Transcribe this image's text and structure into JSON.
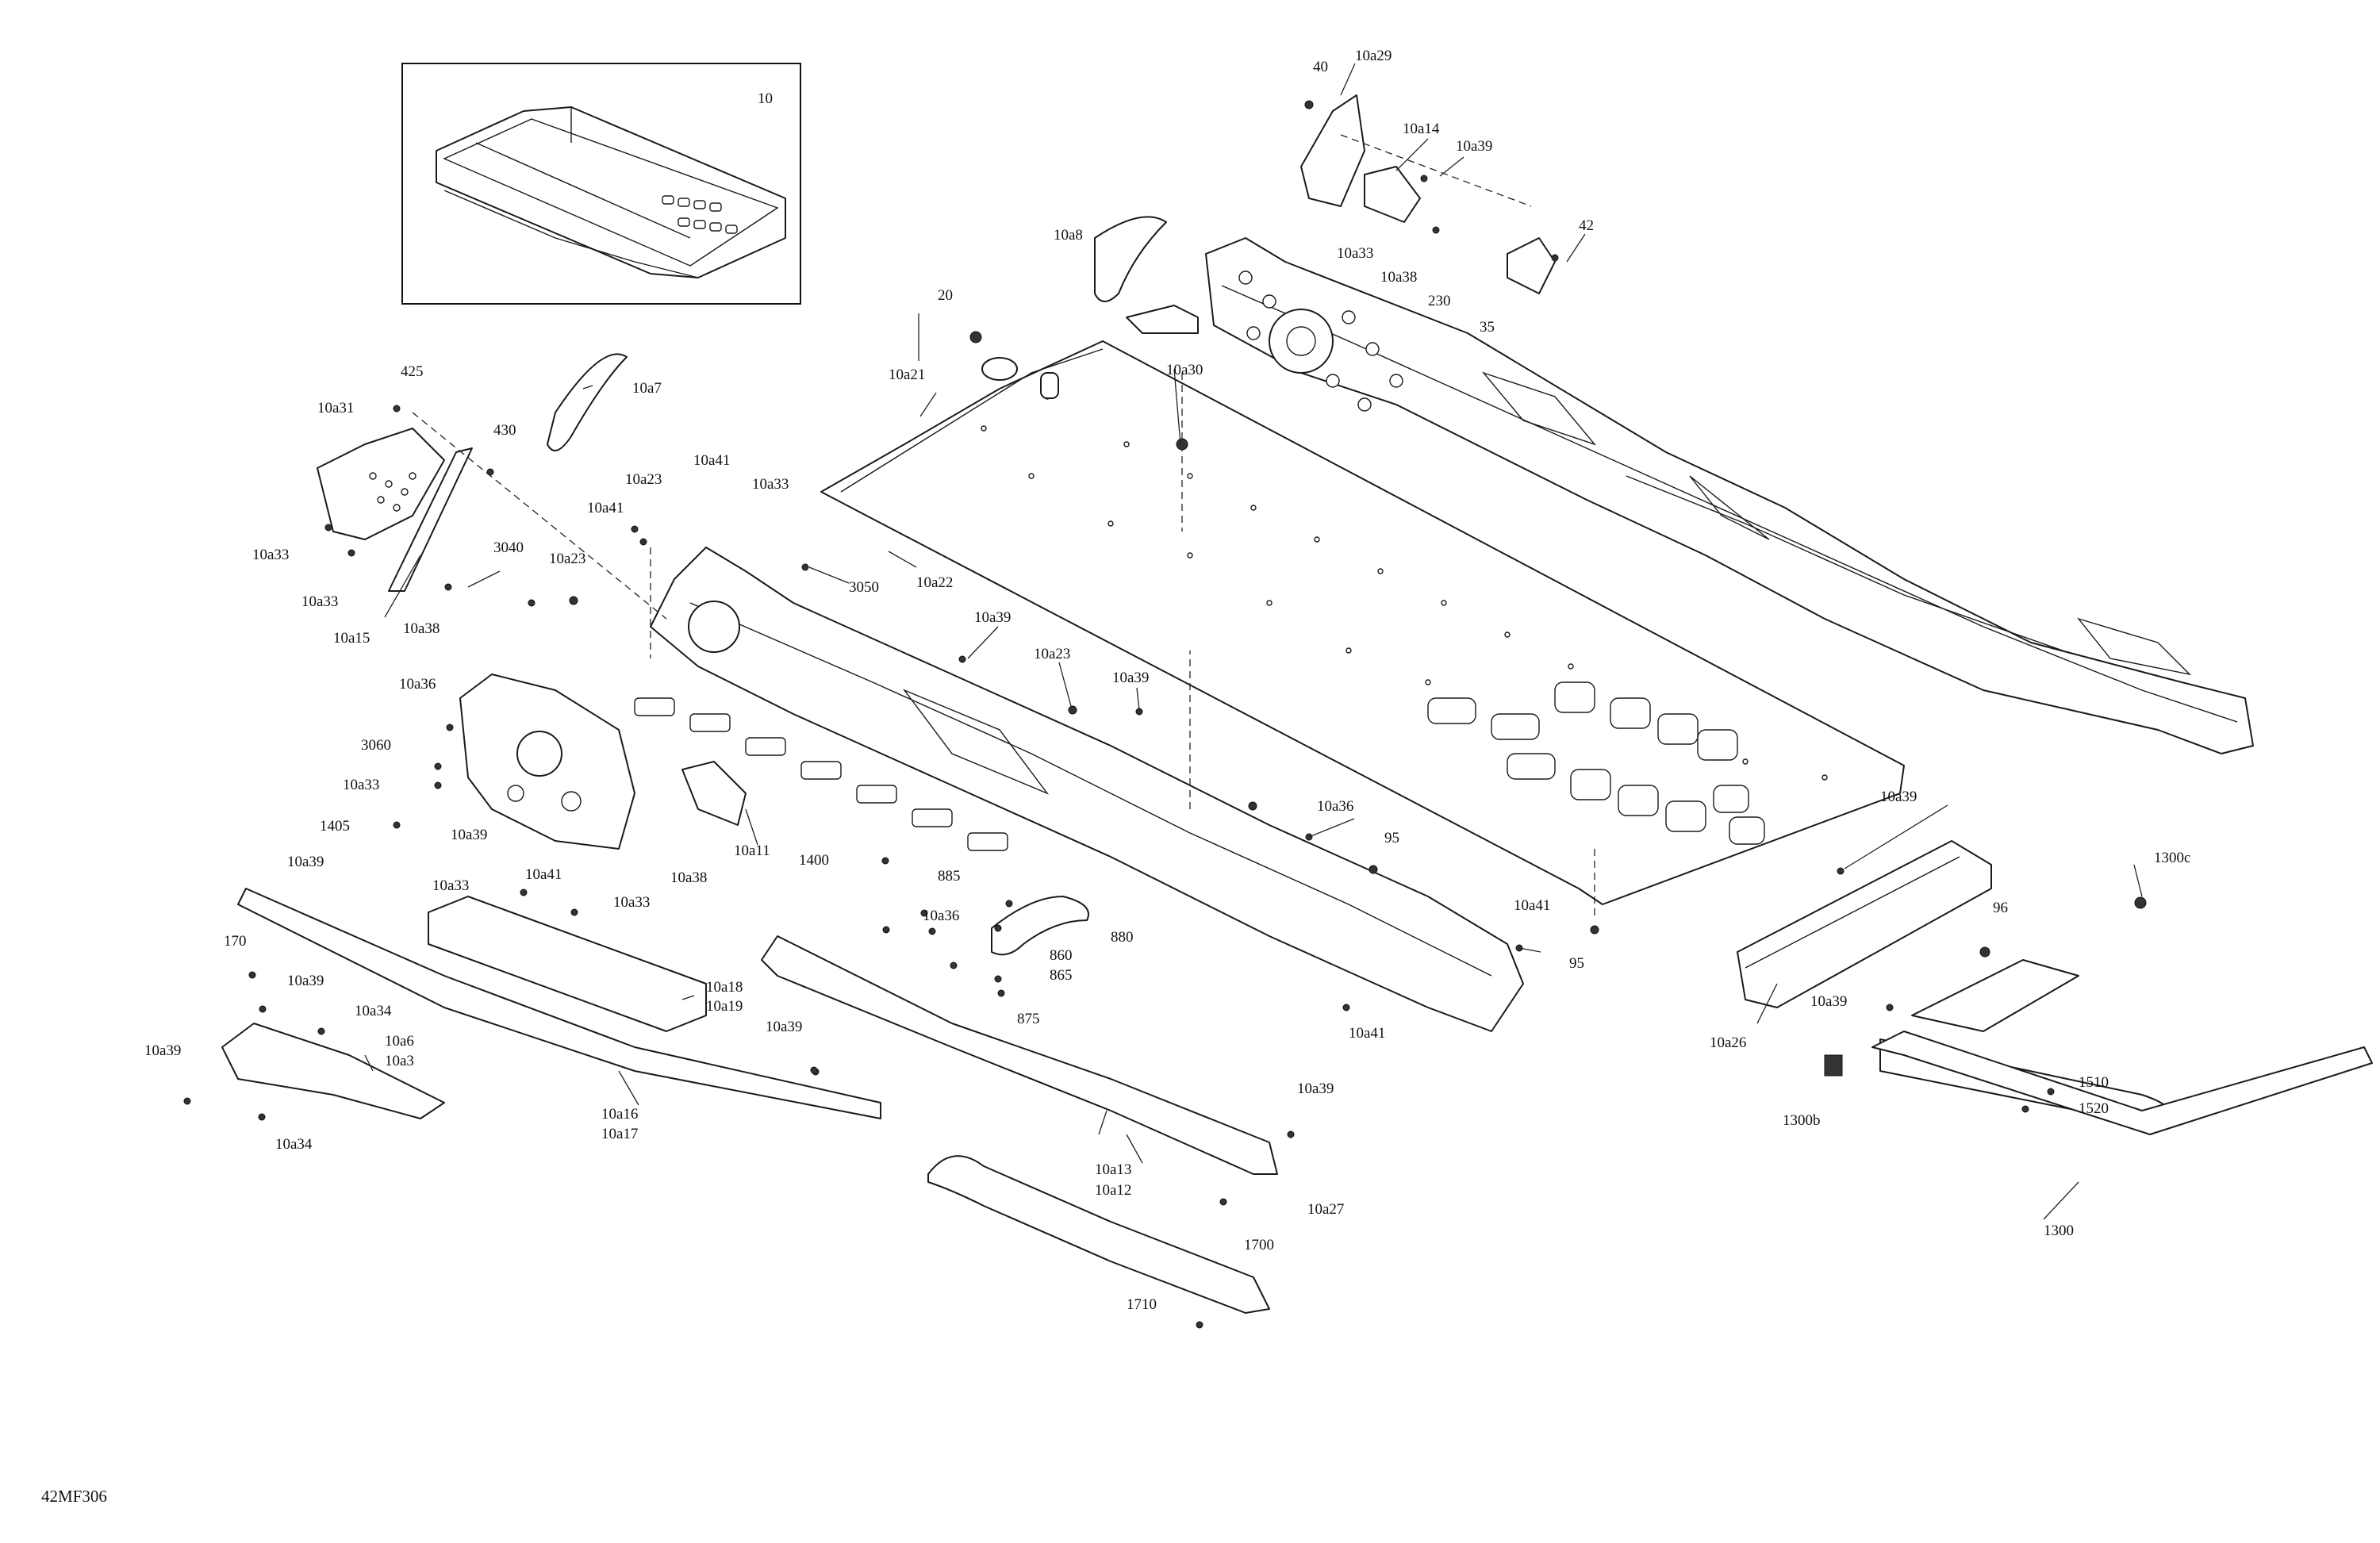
{
  "diagram": {
    "code": "42MF306",
    "inset_label": "10",
    "callouts": [
      "40",
      "10a29",
      "10a14",
      "10a39",
      "10a33",
      "10a38",
      "42",
      "230",
      "35",
      "10a8",
      "20",
      "10a21",
      "10a30",
      "425",
      "10a7",
      "10a31",
      "430",
      "10a41",
      "10a23",
      "10a33",
      "10a33",
      "10a41",
      "3040",
      "10a23",
      "3050",
      "10a22",
      "10a33",
      "10a33",
      "10a15",
      "10a38",
      "10a39",
      "10a36",
      "3060",
      "10a33",
      "1405",
      "10a39",
      "10a23",
      "10a39",
      "10a11",
      "10a38",
      "10a33",
      "10a41",
      "1400",
      "10a33",
      "10a39",
      "170",
      "10a39",
      "10a34",
      "10a39",
      "10a6",
      "10a3",
      "10a34",
      "10a18",
      "10a19",
      "10a16",
      "10a17",
      "10a39",
      "885",
      "10a36",
      "880",
      "860",
      "865",
      "875",
      "10a36",
      "95",
      "10a41",
      "95",
      "10a41",
      "10a13",
      "10a12",
      "10a39",
      "10a27",
      "1700",
      "1710",
      "10a39",
      "10a26",
      "10a39",
      "1300c",
      "96",
      "1510",
      "1520",
      "1300b",
      "1300"
    ]
  }
}
